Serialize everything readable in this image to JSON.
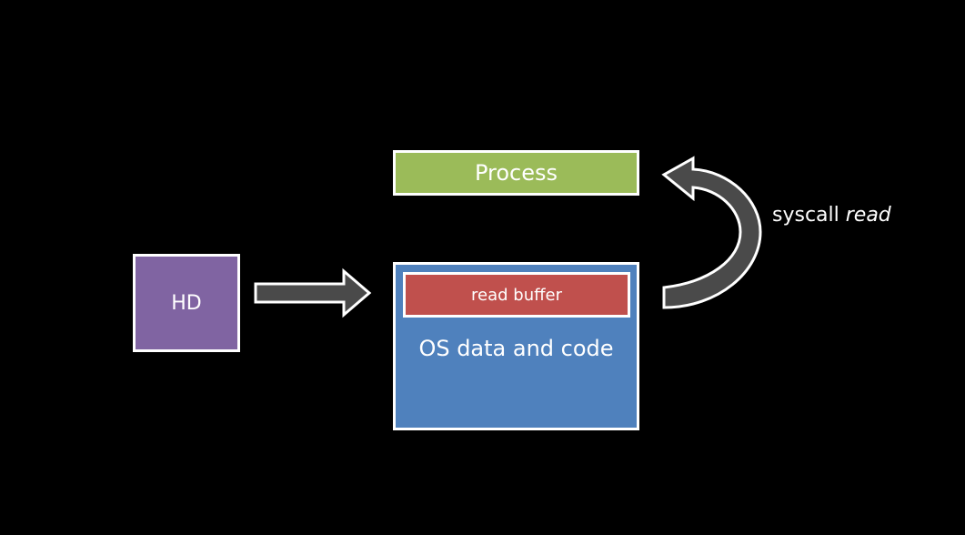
{
  "colors": {
    "background": "#000000",
    "process": "#9bbb59",
    "hd": "#8064a2",
    "os": "#4f81bd",
    "read_buffer": "#c0504d",
    "arrow_fill": "#4a4a4a",
    "outline": "#ffffff"
  },
  "nodes": {
    "process": "Process",
    "hd": "HD",
    "os": "OS data and code",
    "read_buffer": "read buffer"
  },
  "labels": {
    "syscall_prefix": "syscall",
    "syscall_op": "read"
  },
  "edges": [
    {
      "from": "hd",
      "to": "os",
      "icon": "right-arrow-icon"
    },
    {
      "from": "os",
      "to": "process",
      "icon": "curved-arrow-icon"
    }
  ]
}
